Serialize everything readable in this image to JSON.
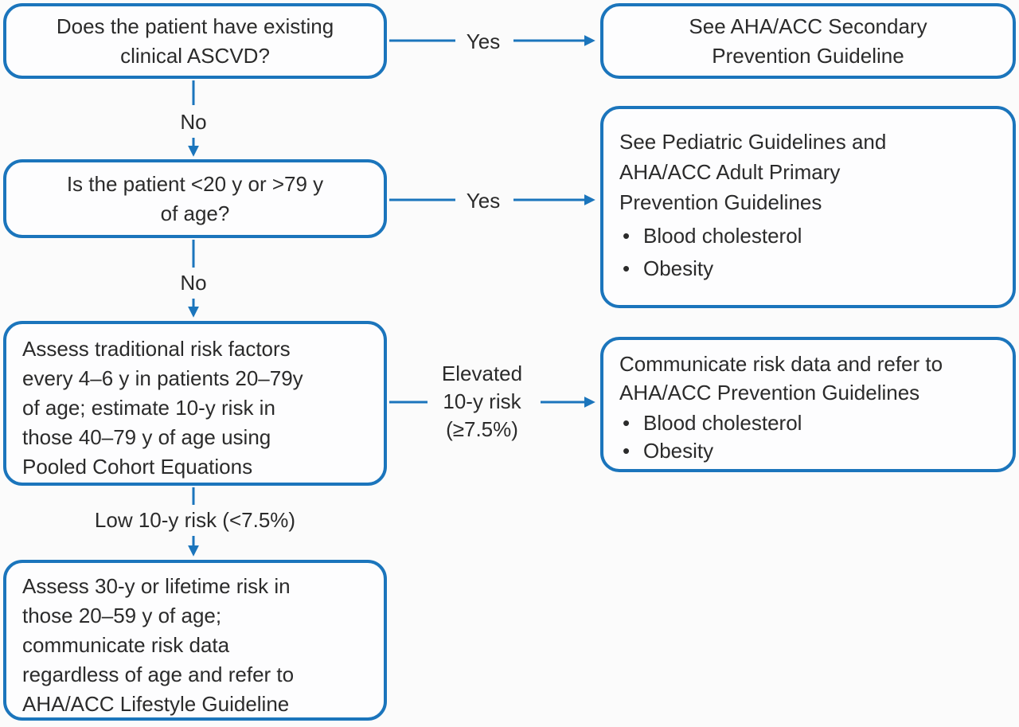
{
  "title": "ASCVD risk assessment flowchart",
  "colors": {
    "accent": "#1B75BC",
    "text": "#2b2b2b",
    "background": "#fbfbfb",
    "node_fill": "#fdfdfe"
  },
  "nodes": {
    "ascvd_question": {
      "text": "Does the patient have existing\nclinical ASCVD?"
    },
    "secondary_prevention": {
      "text": "See AHA/ACC Secondary\nPrevention Guideline"
    },
    "age_question": {
      "text": "Is the patient <20 y or >79 y\nof age?"
    },
    "pediatric_guidelines": {
      "text": "See Pediatric Guidelines and\nAHA/ACC Adult Primary\nPrevention Guidelines",
      "bullets": [
        "Blood cholesterol",
        "Obesity"
      ]
    },
    "assess_traditional_risk": {
      "text": "Assess traditional risk factors\nevery 4–6 y in patients 20–79y\nof age; estimate 10-y risk in\nthose 40–79 y of age using\nPooled Cohort Equations"
    },
    "communicate_risk": {
      "text": "Communicate risk data and refer to\nAHA/ACC Prevention Guidelines",
      "bullets": [
        "Blood cholesterol",
        "Obesity"
      ]
    },
    "assess_lifetime_risk": {
      "text": "Assess 30-y or lifetime risk in\nthose 20–59 y of age;\ncommunicate risk data\nregardless of age and refer to\nAHA/ACC Lifestyle Guideline"
    }
  },
  "edge_labels": {
    "yes1": "Yes",
    "no1": "No",
    "yes2": "Yes",
    "no2": "No",
    "elevated_risk": "Elevated\n10-y risk\n(≥7.5%)",
    "low_risk": "Low 10-y risk (<7.5%)"
  }
}
